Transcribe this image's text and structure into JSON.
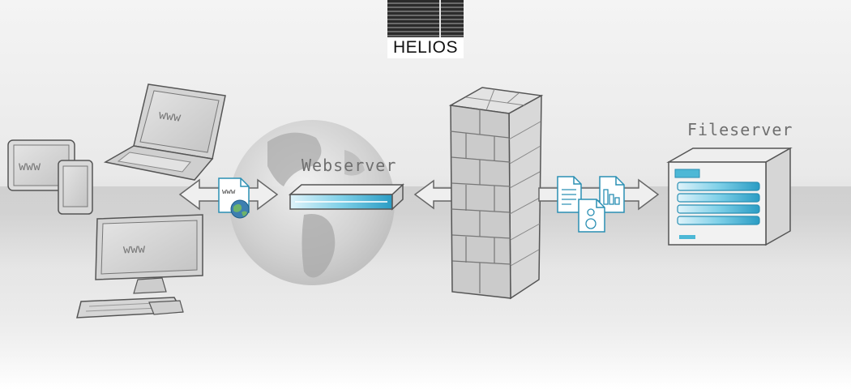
{
  "logo": {
    "text": "HELIOS"
  },
  "labels": {
    "webserver": "Webserver",
    "fileserver": "Fileserver"
  },
  "devices": {
    "laptop_screen": "www",
    "tablet_screen": "www",
    "monitor_screen": "www"
  },
  "web_document_text": "www",
  "colors": {
    "accent": "#4db8d6",
    "accent_dark": "#2a8fb3",
    "outline": "#555555"
  }
}
